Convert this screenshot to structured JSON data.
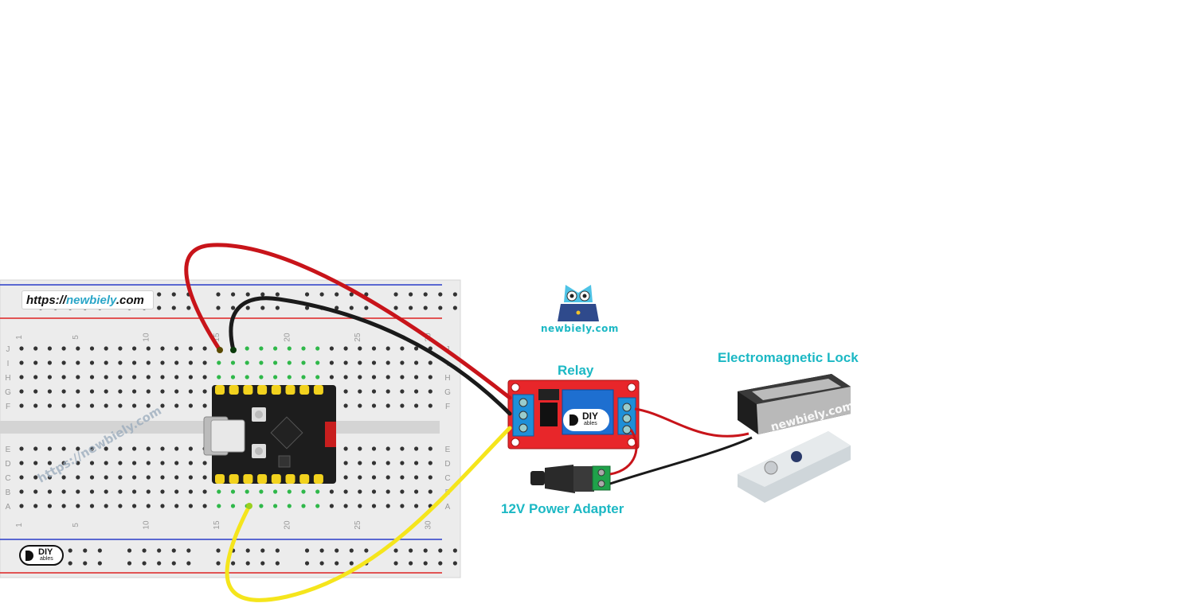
{
  "watermark_url": {
    "prefix": "https://",
    "brand": "newbiely",
    "suffix": ".com"
  },
  "brand_caption": "newbiely.com",
  "breadboard": {
    "column_numbers": [
      "1",
      "5",
      "10",
      "15",
      "20",
      "25",
      "30"
    ],
    "row_letters_top": [
      "J",
      "I",
      "H",
      "G",
      "F"
    ],
    "row_letters_bottom": [
      "E",
      "D",
      "C",
      "B",
      "A"
    ],
    "watermark": "https://newbiely.com"
  },
  "labels": {
    "relay": "Relay",
    "lock": "Electromagnetic Lock",
    "power": "12V Power Adapter"
  },
  "lock_watermark": "newbiely.com",
  "logo": {
    "line1": "DIY",
    "line2": "ables"
  },
  "colors": {
    "label": "#1cb8c4",
    "wire_red": "#c8141a",
    "wire_black": "#1a1a1a",
    "wire_yellow": "#f5e51c",
    "relay_board": "#e8262a",
    "relay_block": "#1e6fd0",
    "terminal": "#1e8fd8"
  }
}
